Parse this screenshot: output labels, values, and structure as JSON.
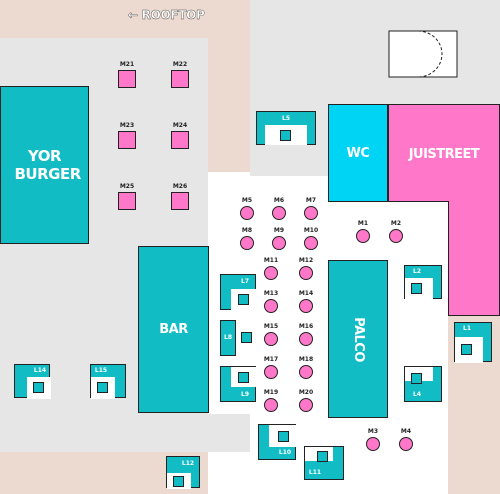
{
  "map": {
    "rooftop_label": "← ROOFTOP",
    "areas": {
      "yor_burger": "YOR BURGER",
      "bar": "BAR",
      "wc": "WC",
      "juistreet": "JUISTREET",
      "palco": "PALCO"
    },
    "square_tables": [
      "M21",
      "M22",
      "M23",
      "M24",
      "M25",
      "M26"
    ],
    "round_tables": [
      "M1",
      "M2",
      "M3",
      "M4",
      "M5",
      "M6",
      "M7",
      "M8",
      "M9",
      "M10",
      "M11",
      "M12",
      "M13",
      "M14",
      "M15",
      "M16",
      "M17",
      "M18",
      "M19",
      "M20"
    ],
    "lounges": [
      "L1",
      "L2",
      "L4",
      "L5",
      "L7",
      "L8",
      "L9",
      "L10",
      "L11",
      "L12",
      "L14",
      "L15"
    ],
    "colors": {
      "teal": "#12bcc4",
      "cyan": "#00d4f4",
      "pink": "#ff77c8",
      "floor_grey": "#e6e6e6",
      "floor_beige": "#ecd9cf"
    }
  }
}
